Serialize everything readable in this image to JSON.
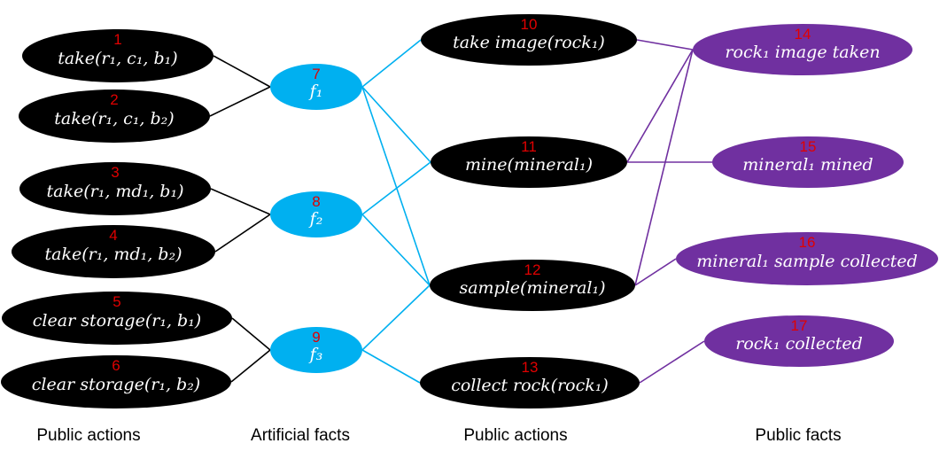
{
  "colors": {
    "action": "#000000",
    "artificial": "#00b0f0",
    "fact": "#7030a0",
    "number": "#e00000",
    "edge_action_artificial": "#000000",
    "edge_artificial_action": "#00b0f0",
    "edge_action_fact": "#7030a0"
  },
  "column_labels": {
    "public_actions_left": "Public actions",
    "artificial_facts": "Artificial facts",
    "public_actions_right": "Public actions",
    "public_facts": "Public facts"
  },
  "nodes": [
    {
      "id": "1",
      "type": "action",
      "number": "1",
      "label": "take(r₁, c₁, b₁)"
    },
    {
      "id": "2",
      "type": "action",
      "number": "2",
      "label": "take(r₁, c₁, b₂)"
    },
    {
      "id": "3",
      "type": "action",
      "number": "3",
      "label": "take(r₁, md₁, b₁)"
    },
    {
      "id": "4",
      "type": "action",
      "number": "4",
      "label": "take(r₁, md₁, b₂)"
    },
    {
      "id": "5",
      "type": "action",
      "number": "5",
      "label": "clear storage(r₁, b₁)"
    },
    {
      "id": "6",
      "type": "action",
      "number": "6",
      "label": "clear storage(r₁, b₂)"
    },
    {
      "id": "7",
      "type": "artificial",
      "number": "7",
      "label": "f₁"
    },
    {
      "id": "8",
      "type": "artificial",
      "number": "8",
      "label": "f₂"
    },
    {
      "id": "9",
      "type": "artificial",
      "number": "9",
      "label": "f₃"
    },
    {
      "id": "10",
      "type": "action",
      "number": "10",
      "label": "take image(rock₁)"
    },
    {
      "id": "11",
      "type": "action",
      "number": "11",
      "label": "mine(mineral₁)"
    },
    {
      "id": "12",
      "type": "action",
      "number": "12",
      "label": "sample(mineral₁)"
    },
    {
      "id": "13",
      "type": "action",
      "number": "13",
      "label": "collect rock(rock₁)"
    },
    {
      "id": "14",
      "type": "fact",
      "number": "14",
      "label": "rock₁ image taken"
    },
    {
      "id": "15",
      "type": "fact",
      "number": "15",
      "label": "mineral₁ mined"
    },
    {
      "id": "16",
      "type": "fact",
      "number": "16",
      "label": "mineral₁ sample collected"
    },
    {
      "id": "17",
      "type": "fact",
      "number": "17",
      "label": "rock₁ collected"
    }
  ],
  "edges": [
    {
      "from": "1",
      "to": "7"
    },
    {
      "from": "2",
      "to": "7"
    },
    {
      "from": "3",
      "to": "8"
    },
    {
      "from": "4",
      "to": "8"
    },
    {
      "from": "5",
      "to": "9"
    },
    {
      "from": "6",
      "to": "9"
    },
    {
      "from": "7",
      "to": "10"
    },
    {
      "from": "7",
      "to": "11"
    },
    {
      "from": "7",
      "to": "12"
    },
    {
      "from": "8",
      "to": "11"
    },
    {
      "from": "8",
      "to": "12"
    },
    {
      "from": "9",
      "to": "12"
    },
    {
      "from": "9",
      "to": "13"
    },
    {
      "from": "10",
      "to": "14"
    },
    {
      "from": "11",
      "to": "14"
    },
    {
      "from": "11",
      "to": "15"
    },
    {
      "from": "12",
      "to": "14"
    },
    {
      "from": "12",
      "to": "16"
    },
    {
      "from": "13",
      "to": "17"
    }
  ]
}
